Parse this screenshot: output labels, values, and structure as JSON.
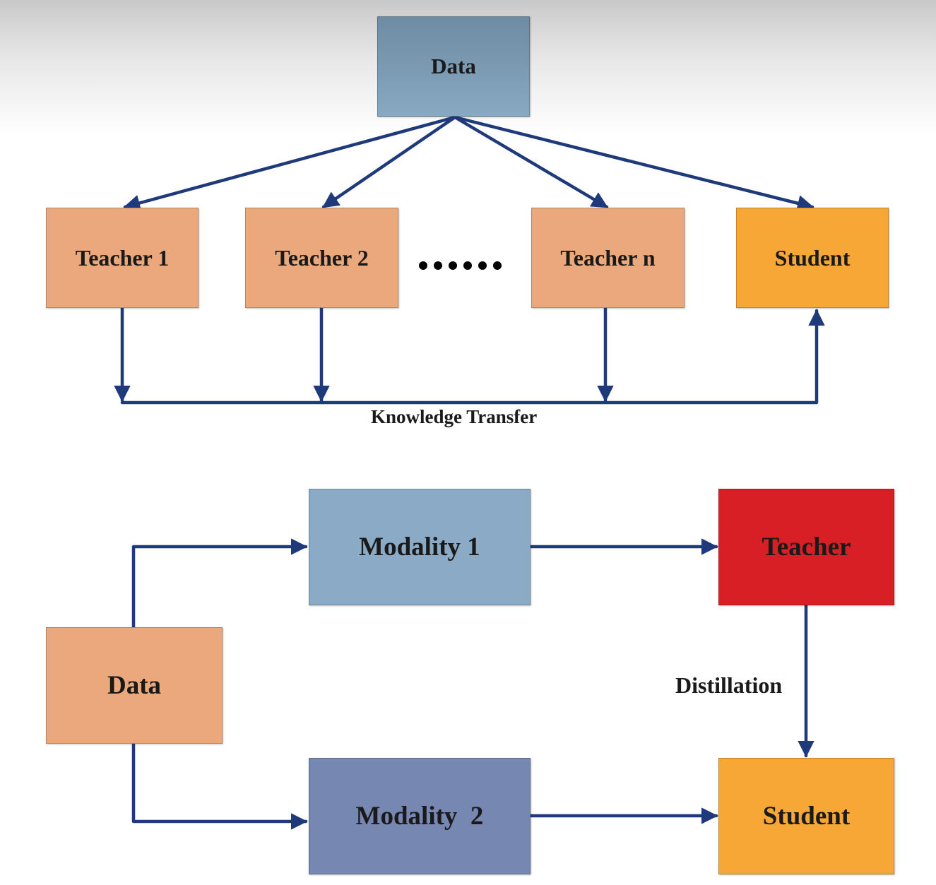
{
  "colors": {
    "arrow": "#1f3a7a",
    "data_top": "#7b9fb7",
    "teacher_peach": "#eba87c",
    "student_orange": "#f6a735",
    "modality1": "#8aaac6",
    "modality2": "#7687b1",
    "teacher_red": "#d91f26",
    "data_bottom": "#eba87c"
  },
  "top_diagram": {
    "data_label": "Data",
    "teachers": [
      "Teacher 1",
      "Teacher 2",
      "Teacher n"
    ],
    "student_label": "Student",
    "knowledge_transfer_label": "Knowledge Transfer"
  },
  "bottom_diagram": {
    "data_label": "Data",
    "modality1_label": "Modality 1",
    "modality2_label": "Modality  2",
    "teacher_label": "Teacher",
    "student_label": "Student",
    "distillation_label": "Distillation"
  }
}
